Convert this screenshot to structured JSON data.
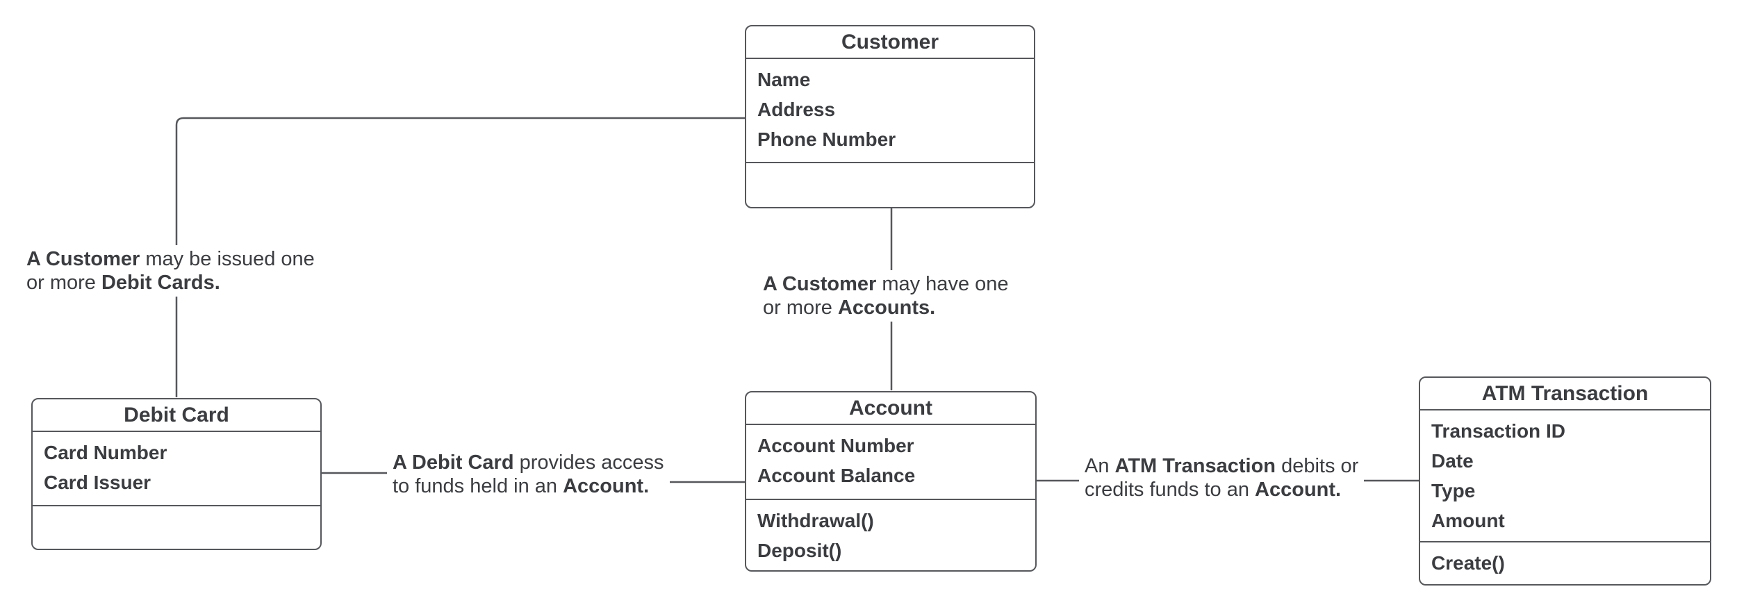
{
  "diagram": {
    "kind": "uml-class-diagram",
    "background_color": "#ffffff",
    "line_color": "#55575b",
    "text_color": "#3a3c40"
  },
  "classes": [
    {
      "id": "customer",
      "title": "Customer",
      "attributes": [
        "Name",
        "Address",
        "Phone Number"
      ],
      "methods": []
    },
    {
      "id": "debit-card",
      "title": "Debit Card",
      "attributes": [
        "Card Number",
        "Card Issuer"
      ],
      "methods": []
    },
    {
      "id": "account",
      "title": "Account",
      "attributes": [
        "Account Number",
        "Account Balance"
      ],
      "methods": [
        "Withdrawal()",
        "Deposit()"
      ]
    },
    {
      "id": "atm-transaction",
      "title": "ATM Transaction",
      "attributes": [
        "Transaction ID",
        "Date",
        "Type",
        "Amount"
      ],
      "methods": [
        "Create()"
      ]
    }
  ],
  "relationships": [
    {
      "from": "Customer",
      "to": "Debit Card",
      "label_segments": [
        [
          {
            "t": "A Customer",
            "b": true
          },
          {
            "t": " may be issued one",
            "b": false
          }
        ],
        [
          {
            "t": "or more ",
            "b": false
          },
          {
            "t": "Debit Cards.",
            "b": true
          }
        ]
      ]
    },
    {
      "from": "Customer",
      "to": "Account",
      "label_segments": [
        [
          {
            "t": "A Customer",
            "b": true
          },
          {
            "t": " may have one",
            "b": false
          }
        ],
        [
          {
            "t": "or more ",
            "b": false
          },
          {
            "t": "Accounts.",
            "b": true
          }
        ]
      ]
    },
    {
      "from": "Debit Card",
      "to": "Account",
      "label_segments": [
        [
          {
            "t": "A Debit Card",
            "b": true
          },
          {
            "t": " provides access",
            "b": false
          }
        ],
        [
          {
            "t": "to funds held in an ",
            "b": false
          },
          {
            "t": "Account.",
            "b": true
          }
        ]
      ]
    },
    {
      "from": "Account",
      "to": "ATM Transaction",
      "label_segments": [
        [
          {
            "t": "An ",
            "b": false
          },
          {
            "t": "ATM Transaction",
            "b": true
          },
          {
            "t": " debits or",
            "b": false
          }
        ],
        [
          {
            "t": "credits funds to an ",
            "b": false
          },
          {
            "t": "Account.",
            "b": true
          }
        ]
      ]
    }
  ]
}
